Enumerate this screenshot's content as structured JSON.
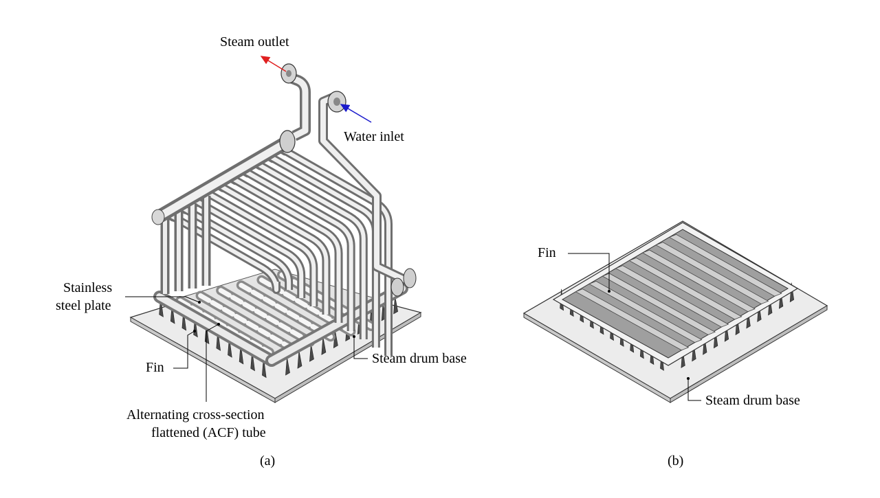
{
  "figure_a": {
    "caption": "(a)",
    "labels": {
      "steam_outlet": "Steam outlet",
      "water_inlet": "Water inlet",
      "stainless_line1": "Stainless",
      "stainless_line2": "steel plate",
      "fin": "Fin",
      "steam_drum_base": "Steam drum base",
      "acf_line1": "Alternating cross-section",
      "acf_line2": "flattened (ACF) tube"
    }
  },
  "figure_b": {
    "caption": "(b)",
    "labels": {
      "fin": "Fin",
      "steam_drum_base": "Steam drum base"
    }
  },
  "colors": {
    "outlet_arrow": "#e02020",
    "inlet_arrow": "#1a1acc",
    "plate": "#ececec",
    "pipe": "#d9d9d9",
    "fin_dark": "#555555",
    "channel": "#a8a8a8"
  }
}
